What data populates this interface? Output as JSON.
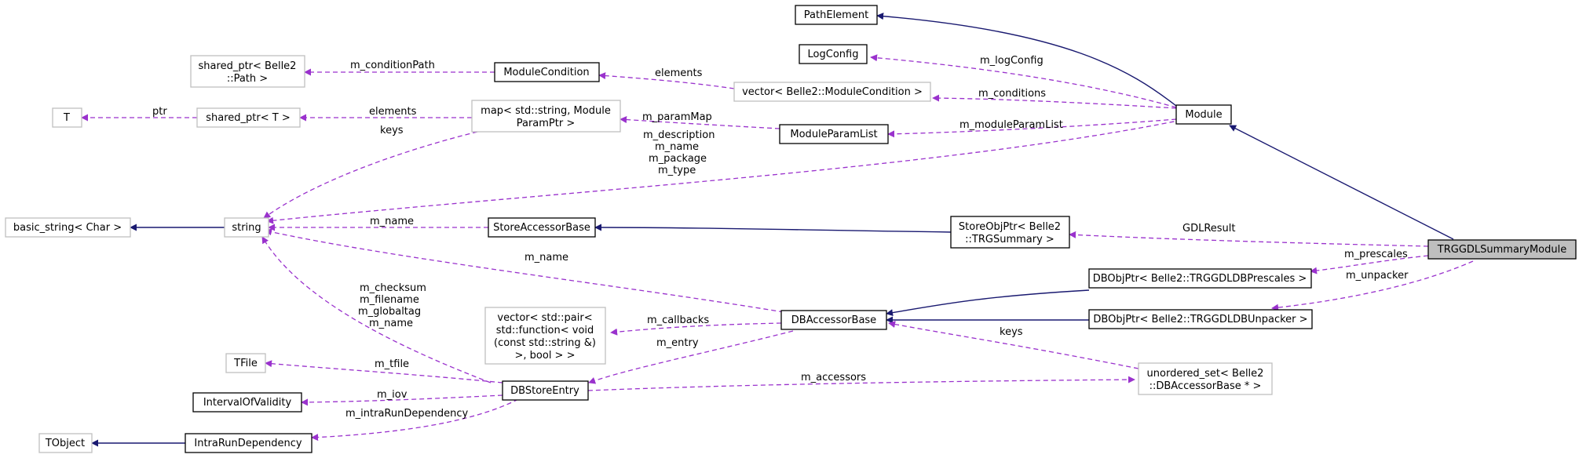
{
  "colors": {
    "inherit_edge": "#191970",
    "usage_edge": "#9a32cd",
    "node_border": "#000000",
    "node_border_external": "#bfbfbf",
    "focus_fill": "#bfbfbf"
  },
  "nodes": {
    "path_element": "PathElement",
    "log_config": "LogConfig",
    "shared_ptr_path": [
      "shared_ptr< Belle2",
      "::Path >"
    ],
    "module_condition": "ModuleCondition",
    "vector_module_condition": "vector< Belle2::ModuleCondition >",
    "t": "T",
    "shared_ptr_t": "shared_ptr< T >",
    "map_module_param": [
      "map< std::string, Module",
      "ParamPtr >"
    ],
    "module_param_list": "ModuleParamList",
    "module": "Module",
    "basic_string": "basic_string< Char >",
    "string": "string",
    "store_accessor_base": "StoreAccessorBase",
    "store_obj_ptr": [
      "StoreObjPtr< Belle2",
      "::TRGSummary >"
    ],
    "trggdl_summary_module": "TRGGDLSummaryModule",
    "dbobjptr_prescales": "DBObjPtr< Belle2::TRGGDLDBPrescales >",
    "db_accessor_base": "DBAccessorBase",
    "dbobjptr_unpacker": "DBObjPtr< Belle2::TRGGDLDBUnpacker >",
    "vector_pair_function": [
      "vector< std::pair<",
      "std::function< void",
      "(const std::string &)",
      ">, bool > >"
    ],
    "tfile": "TFile",
    "db_store_entry": "DBStoreEntry",
    "interval_of_validity": "IntervalOfValidity",
    "unordered_set": [
      "unordered_set< Belle2",
      "::DBAccessorBase * >"
    ],
    "tobject": "TObject",
    "intra_run_dependency": "IntraRunDependency"
  },
  "edge_labels": {
    "m_log_config": "m_logConfig",
    "m_condition_path": "m_conditionPath",
    "elements_conditions": "elements",
    "m_conditions": "m_conditions",
    "ptr": "ptr",
    "elements_map": "elements",
    "m_param_map": "m_paramMap",
    "m_module_param_list": "m_moduleParamList",
    "keys_map": "keys",
    "module_strings": [
      "m_description",
      "m_name",
      "m_package",
      "m_type"
    ],
    "m_name_store": "m_name",
    "gdl_result": "GDLResult",
    "m_prescales": "m_prescales",
    "m_unpacker": "m_unpacker",
    "m_name_db": "m_name",
    "entry_strings": [
      "m_checksum",
      "m_filename",
      "m_globaltag",
      "m_name"
    ],
    "m_callbacks": "m_callbacks",
    "keys_set": "keys",
    "m_entry": "m_entry",
    "m_tfile": "m_tfile",
    "m_accessors": "m_accessors",
    "m_iov": "m_iov",
    "m_intra_run_dependency": "m_intraRunDependency"
  }
}
